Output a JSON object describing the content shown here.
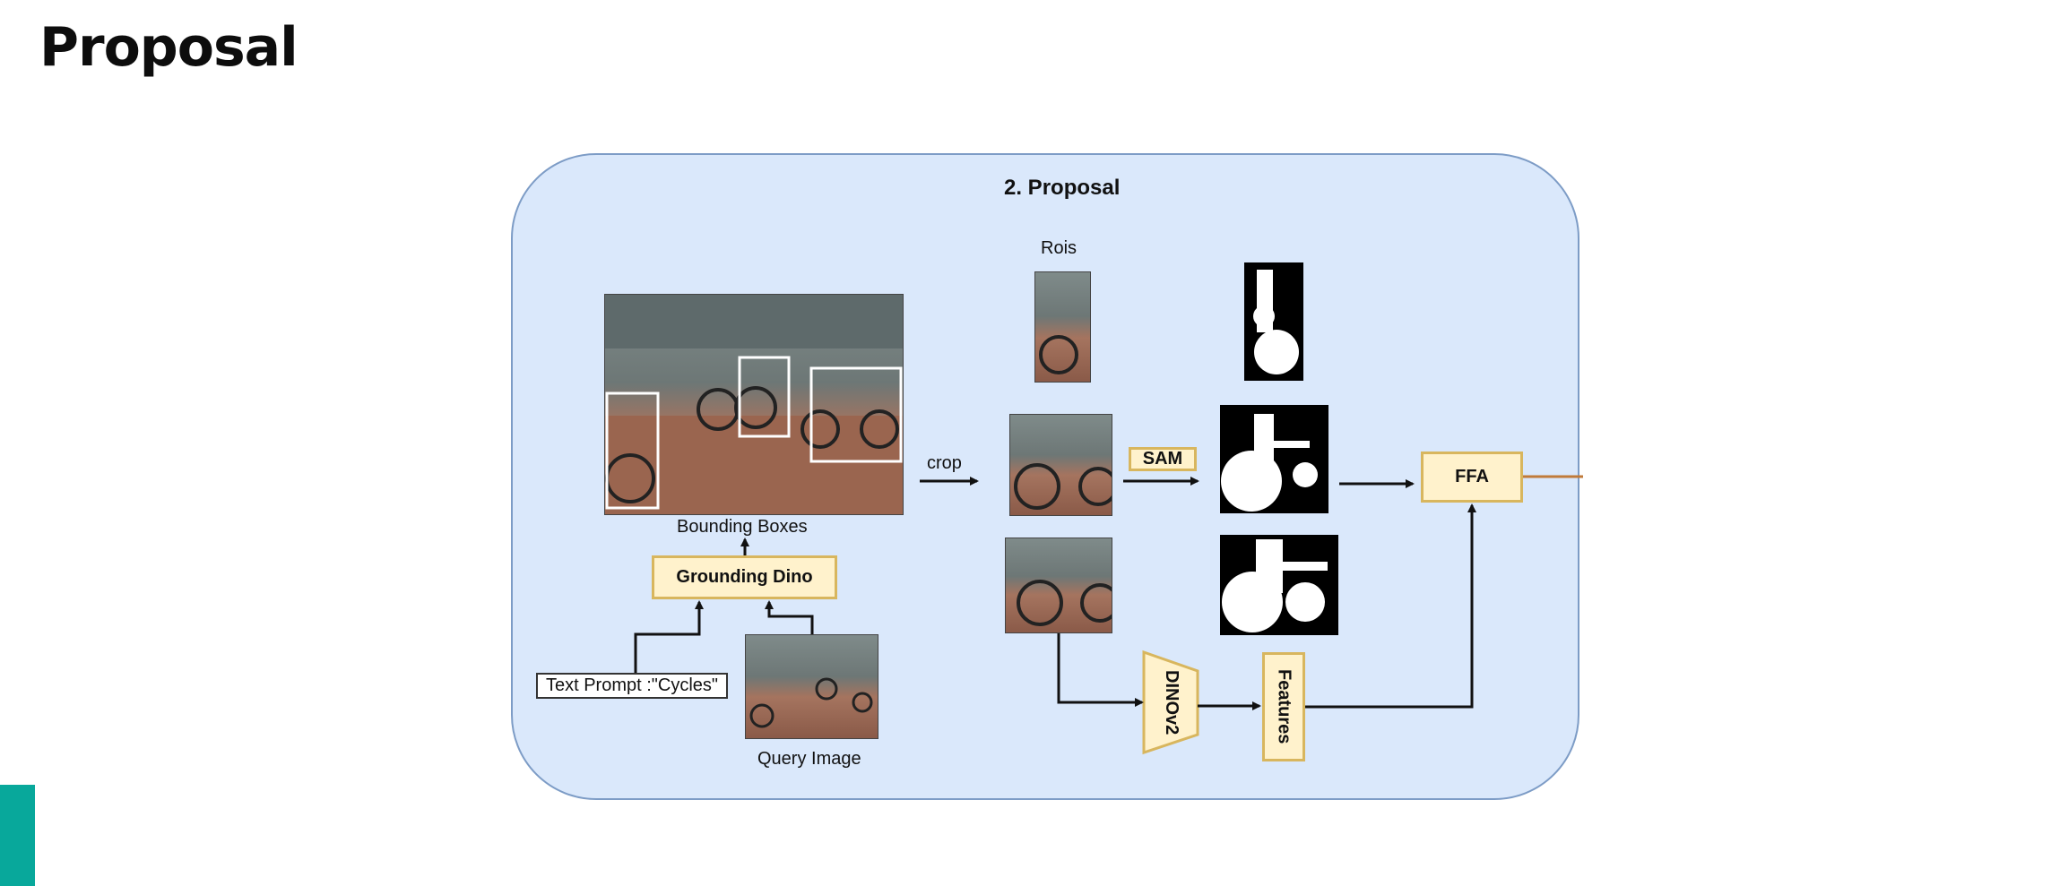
{
  "slide": {
    "title": "Proposal"
  },
  "diagram": {
    "panel_title": "2. Proposal",
    "labels": {
      "rois": "Rois",
      "crop": "crop",
      "bounding_boxes": "Bounding Boxes",
      "query_image": "Query Image",
      "text_prompt": "Text Prompt :\"Cycles\""
    },
    "nodes": {
      "grounding_dino": "Grounding Dino",
      "sam": "SAM",
      "ffa": "FFA",
      "dinov2": "DINOv2",
      "features": "Features"
    },
    "colors": {
      "panel_fill": "#dae8fb",
      "panel_border": "#7d9cc6",
      "node_fill": "#fff2cc",
      "node_border": "#d8b65e",
      "accent": "#08a89b",
      "output_line": "#c07a3a"
    }
  }
}
